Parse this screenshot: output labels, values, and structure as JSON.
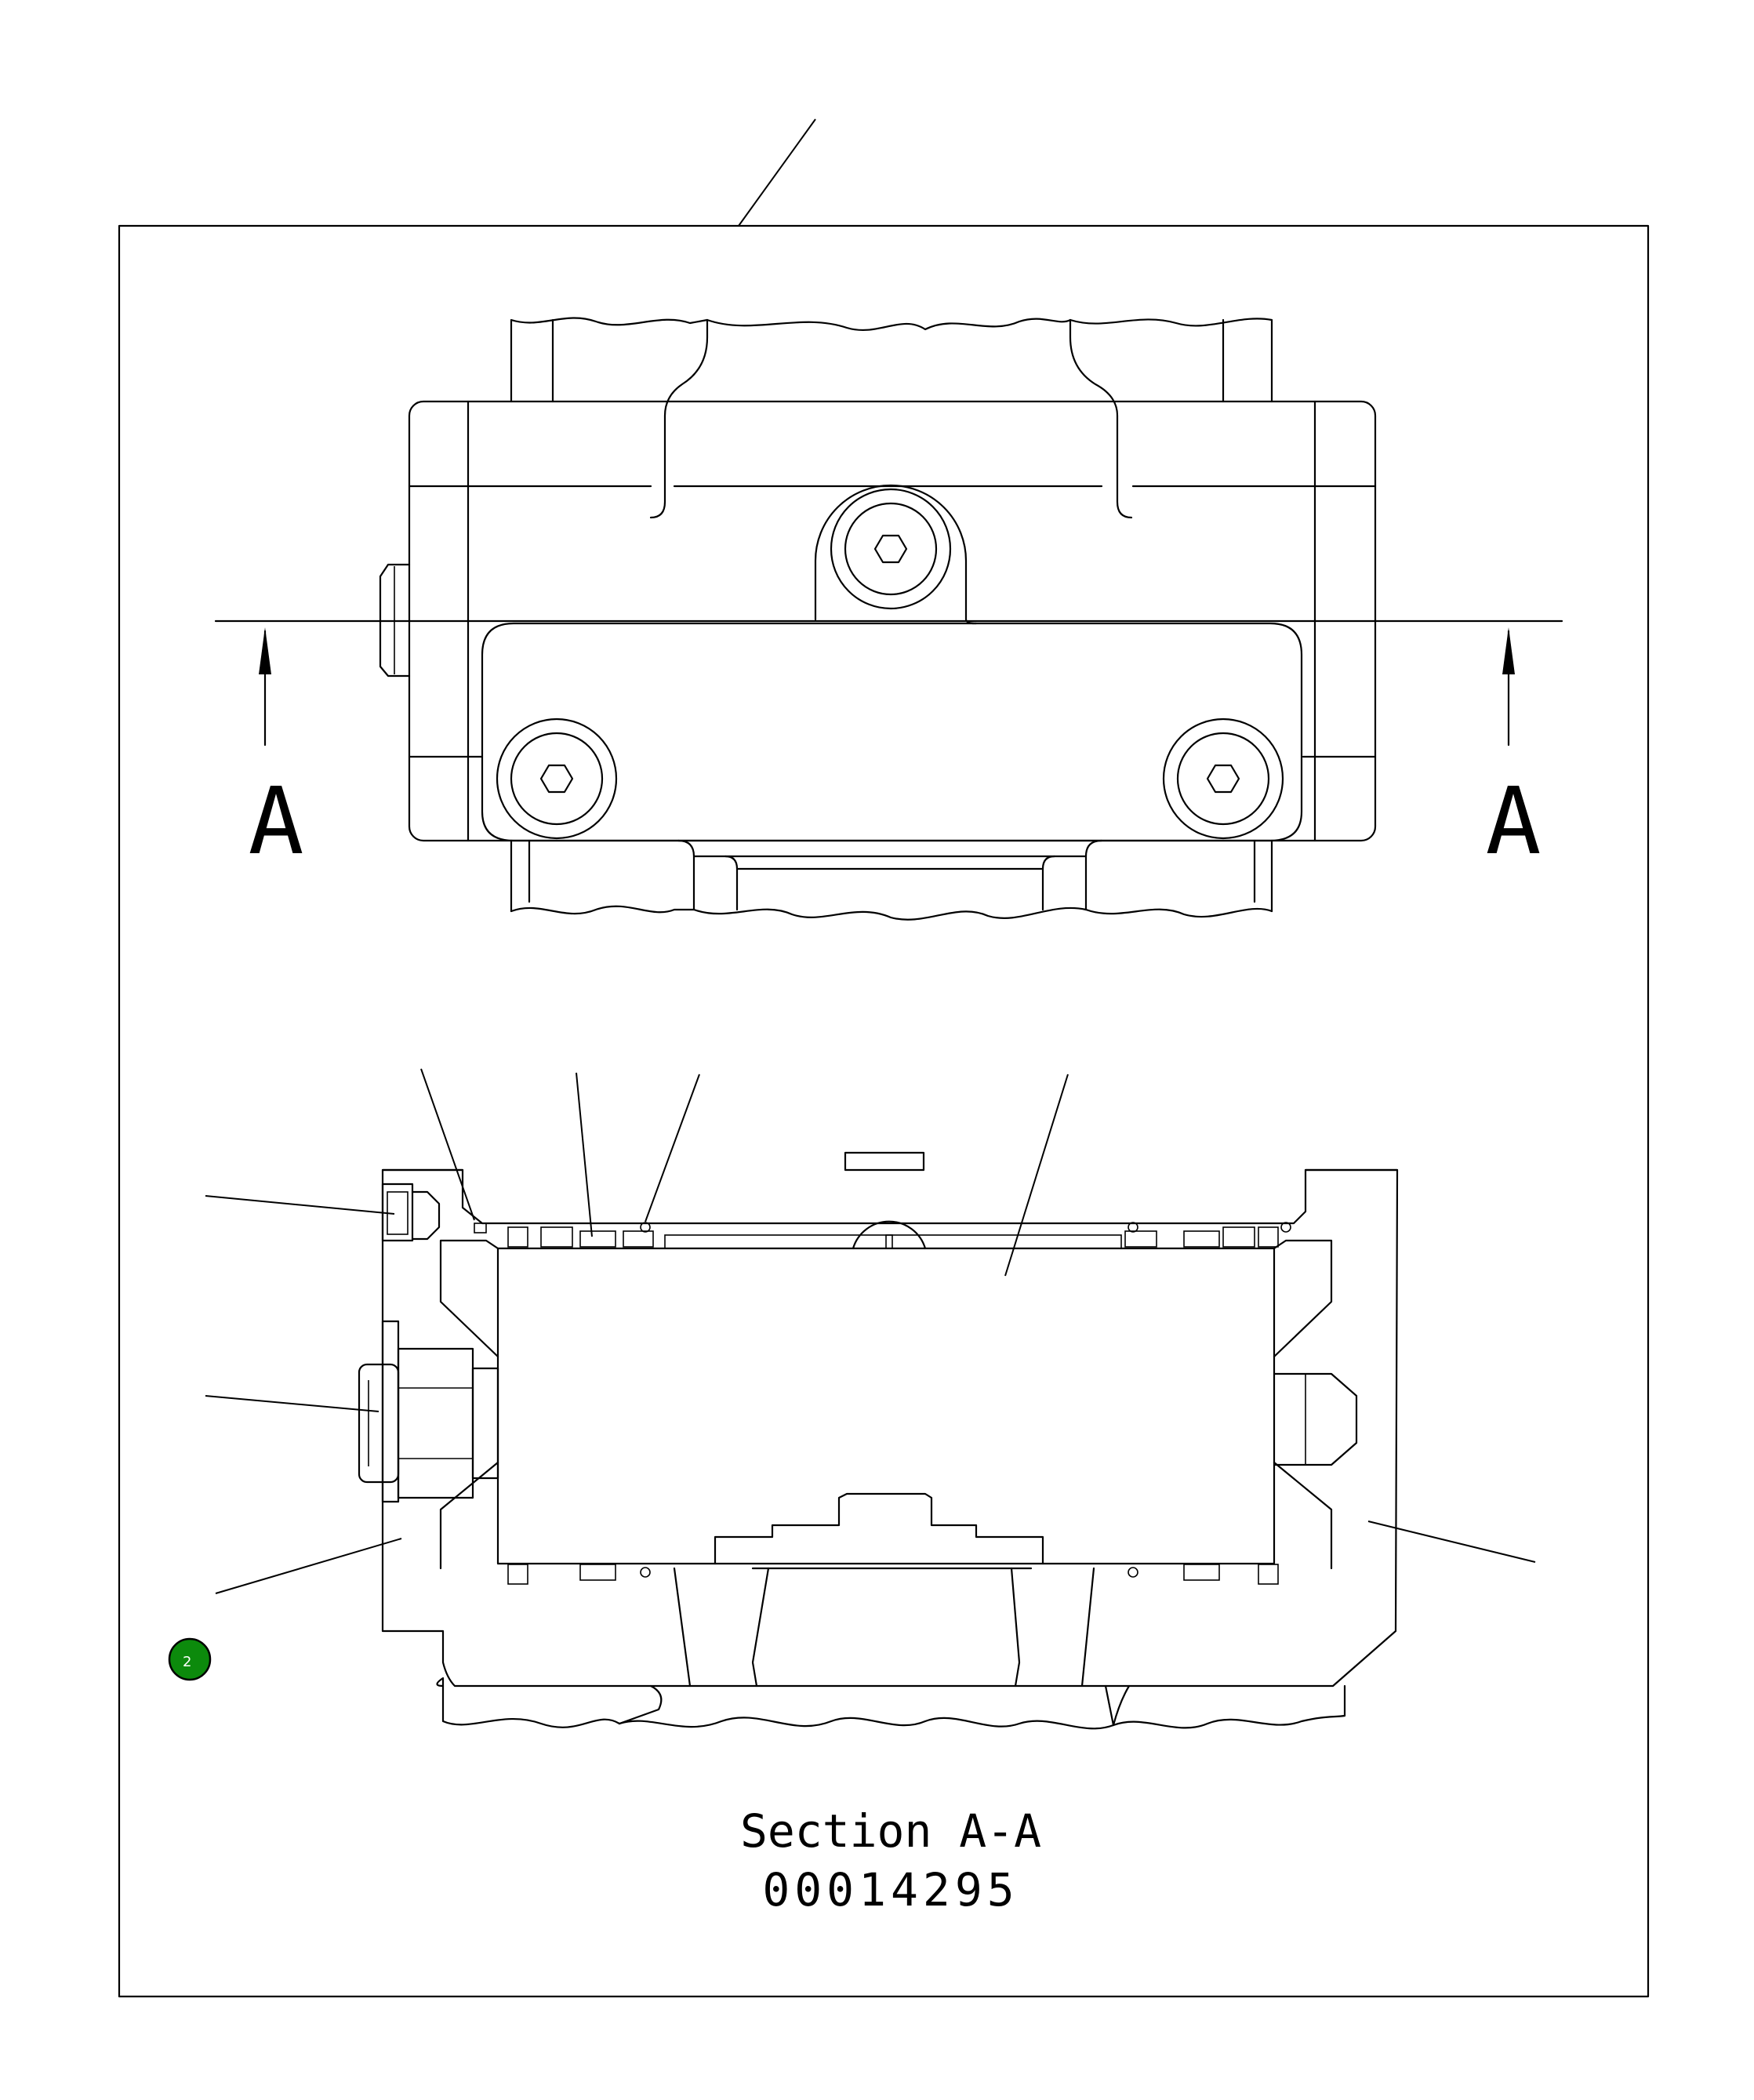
{
  "drawing": {
    "section_marks": [
      "A",
      "A"
    ],
    "caption": "Section A-A",
    "drawing_number": "00014295",
    "callout": {
      "label": "2",
      "color": "#0c8a0c"
    }
  }
}
